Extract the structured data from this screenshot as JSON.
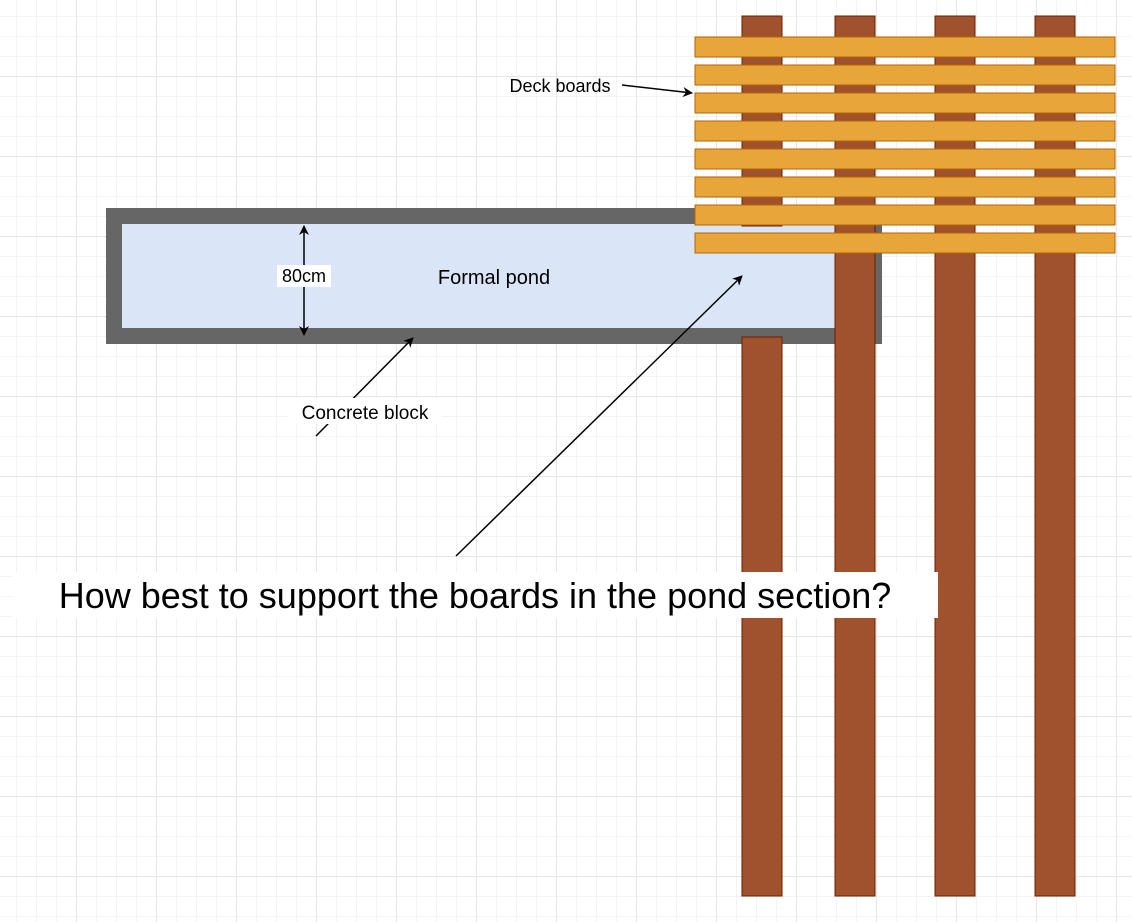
{
  "diagram": {
    "labels": {
      "deck_boards": "Deck boards",
      "formal_pond": "Formal pond",
      "dimension": "80cm",
      "concrete_block": "Concrete block",
      "question": "How best to support the boards in the pond section?"
    },
    "colors": {
      "joist_fill": "#A0522D",
      "joist_stroke": "#6D1F00",
      "board_fill": "#E8A53A",
      "board_stroke": "#B46504",
      "pond_fill": "#DAE6F8",
      "concrete_wall": "#666666",
      "grid_major": "#e6e6e6",
      "grid_minor": "#f3f3f3"
    }
  }
}
